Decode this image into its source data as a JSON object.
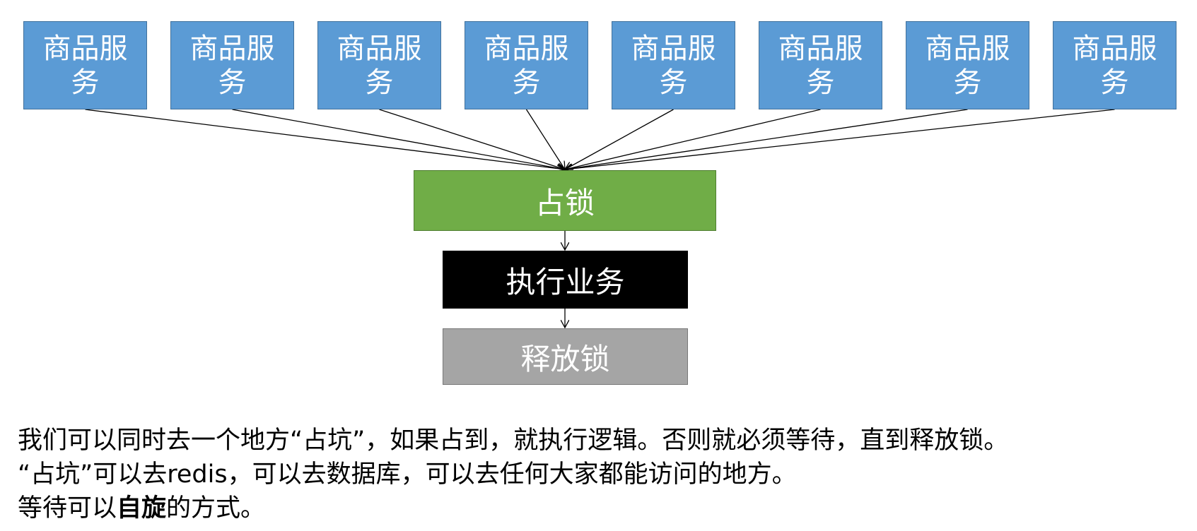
{
  "services": [
    {
      "label": "商品服务"
    },
    {
      "label": "商品服务"
    },
    {
      "label": "商品服务"
    },
    {
      "label": "商品服务"
    },
    {
      "label": "商品服务"
    },
    {
      "label": "商品服务"
    },
    {
      "label": "商品服务"
    },
    {
      "label": "商品服务"
    }
  ],
  "steps": {
    "lock": "占锁",
    "execute": "执行业务",
    "release": "释放锁"
  },
  "colors": {
    "service_fill": "#5b9bd5",
    "lock_fill": "#70ad47",
    "execute_fill": "#000000",
    "release_fill": "#a5a5a5"
  },
  "notes": {
    "line1": "我们可以同时去一个地方“占坑”，如果占到，就执行逻辑。否则就必须等待，直到释放锁。",
    "line2": "“占坑”可以去redis，可以去数据库，可以去任何大家都能访问的地方。",
    "line3_prefix": "等待可以",
    "line3_bold": "自旋",
    "line3_suffix": "的方式。"
  }
}
